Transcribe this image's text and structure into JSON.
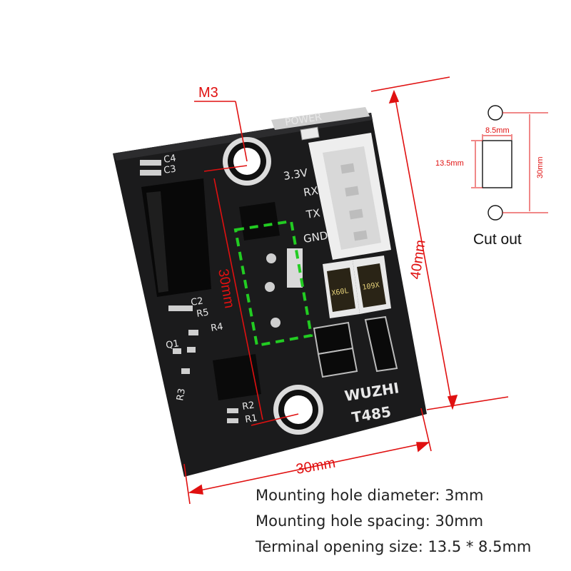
{
  "image": {
    "subject": "RS485 TTL module board with dimension annotations",
    "colors": {
      "pcb": "#1b1b1c",
      "silkscreen": "#e8e8e8",
      "dimension": "#e01010",
      "guide": "#22cc22",
      "connector": "#eeeeee",
      "component": "#0a0a0a"
    }
  },
  "annotations": {
    "m3": "M3",
    "width": "30mm",
    "height": "40mm",
    "hole_spacing": "30mm"
  },
  "board_labels": {
    "power": "POWER",
    "v33": "3.3V",
    "rx": "RX",
    "tx": "TX",
    "gnd": "GND",
    "c4": "C4",
    "c3": "C3",
    "c2": "C2",
    "r5": "R5",
    "r4": "R4",
    "q1": "Q1",
    "r3": "R3",
    "r2": "R2",
    "r1": "R1",
    "brand": "WUZHI",
    "model": "T485",
    "fuse1": "X60L",
    "fuse2": "109X"
  },
  "cutout": {
    "width_label": "8.5mm",
    "height_label": "13.5mm",
    "spacing_label": "30mm",
    "caption": "Cut out"
  },
  "specs": [
    "Mounting hole diameter: 3mm",
    "Mounting hole spacing: 30mm",
    "Terminal opening size: 13.5 * 8.5mm"
  ]
}
